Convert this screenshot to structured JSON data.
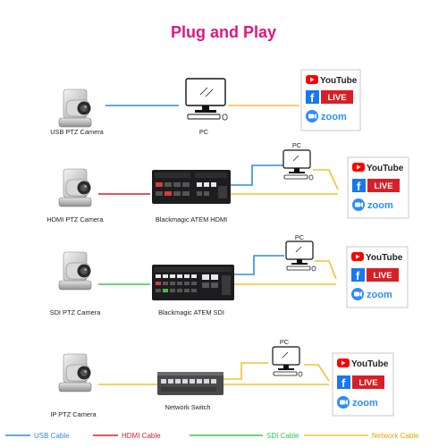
{
  "title": "Plug and Play",
  "colors": {
    "title": "#e4157c",
    "usb": "#2f8be0",
    "hdmi": "#d81f26",
    "sdi": "#34c94a",
    "network": "#f2c230",
    "youtube": "#ff0000",
    "facebook": "#1877f2",
    "zoom": "#2d8cff"
  },
  "rows": [
    {
      "camera_label": "USB PTZ Camera",
      "device_label": "",
      "pc_label": "PC",
      "platforms": [
        "YouTube",
        "LIVE",
        "zoom"
      ]
    },
    {
      "camera_label": "HDMI PTZ Camera",
      "device_label": "Blackmagic ATEM HDMI",
      "pc_label": "PC",
      "platforms": [
        "YouTube",
        "LIVE",
        "zoom"
      ]
    },
    {
      "camera_label": "SDI PTZ Camera",
      "device_label": "Blackmagic ATEM SDI",
      "pc_label": "PC",
      "platforms": [
        "YouTube",
        "LIVE",
        "zoom"
      ]
    },
    {
      "camera_label": "IP PTZ Camera",
      "device_label": "Network Switch",
      "pc_label": "PC",
      "platforms": [
        "YouTube",
        "LIVE",
        "zoom"
      ]
    }
  ],
  "legend": {
    "usb": "USB Cable",
    "hdmi": "HDMI Cable",
    "sdi": "SDI Cable",
    "network": "Network Cable"
  },
  "icons": [
    "ptz-camera-icon",
    "pc-monitor-icon",
    "atem-switcher-icon",
    "network-switch-icon",
    "youtube-icon",
    "facebook-icon",
    "zoom-icon"
  ]
}
